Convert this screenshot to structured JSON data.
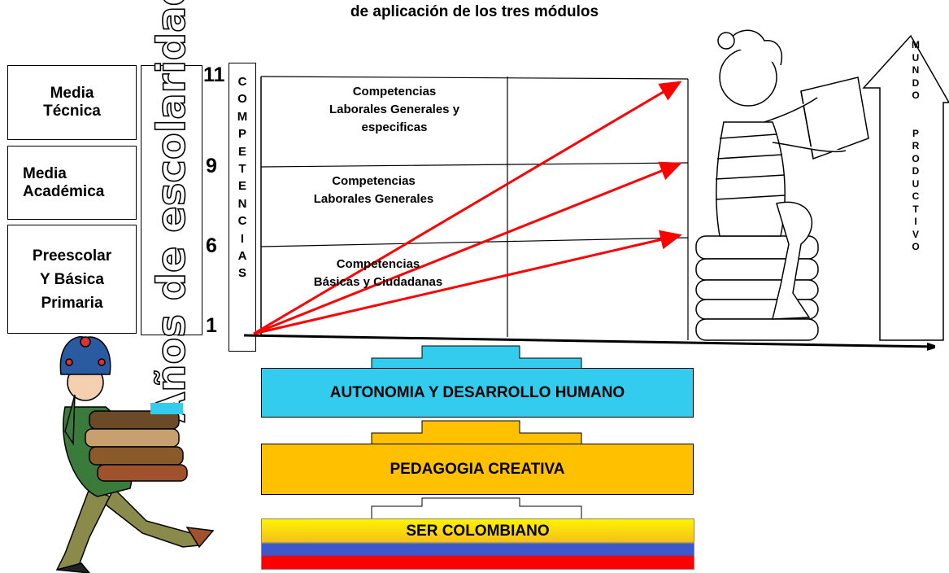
{
  "title": "de aplicación de los  tres módulos",
  "levels": [
    {
      "label": "Media\nTécnica"
    },
    {
      "label": "Media\nAcadémica"
    },
    {
      "label": "Preescolar\nY  Básica\nPrimaria"
    }
  ],
  "years_axis_label": "Años de escolaridad",
  "year_marks": [
    "11",
    "9",
    "6",
    "1"
  ],
  "competencias_vertical": "COMPETENCIAS",
  "bands": [
    {
      "label": "Competencias\nLaborales Generales y\nespecificas"
    },
    {
      "label": "Competencias\nLaborales Generales"
    },
    {
      "label": "Competencias\nBásicas y Ciudadanas"
    }
  ],
  "mundo_vertical": "MUNDO  PRODUCTIVO",
  "layers": [
    {
      "label": "AUTONOMIA Y DESARROLLO HUMANO",
      "color": "#33ccee"
    },
    {
      "label": "PEDAGOGIA CREATIVA",
      "color": "#ffc000"
    },
    {
      "label": "SER COLOMBIANO",
      "color": "#fcd116"
    }
  ],
  "colors": {
    "arrow": "#ff0000",
    "autonomia": "#33ccee",
    "pedagogia": "#ffc000"
  }
}
